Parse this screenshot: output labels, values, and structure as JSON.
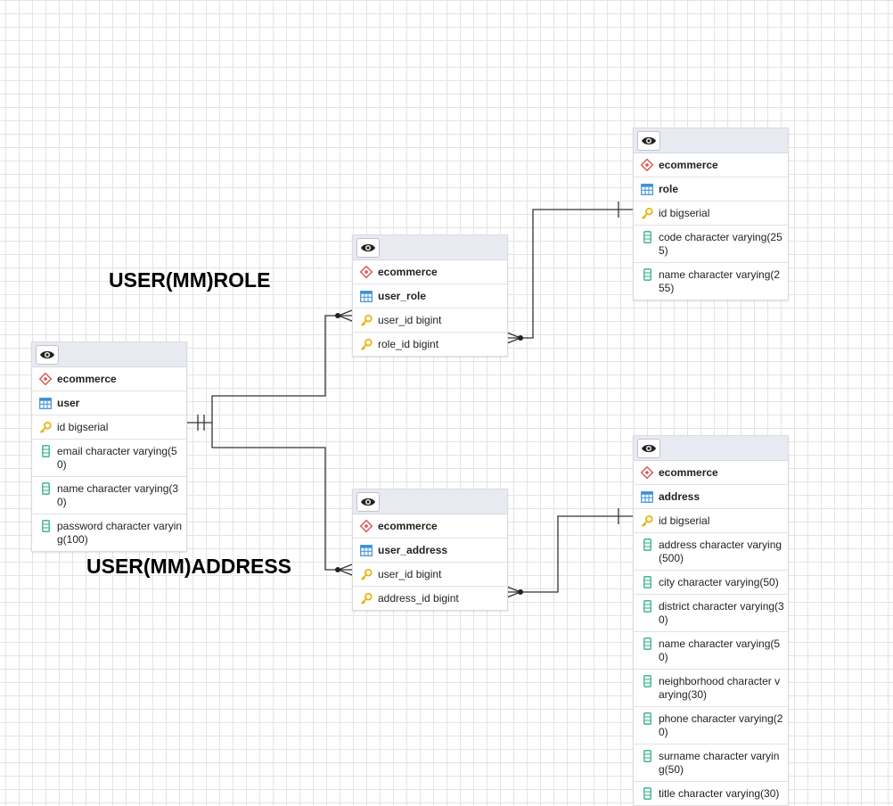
{
  "labels": {
    "user_role": "USER(MM)ROLE",
    "user_address": "USER(MM)ADDRESS"
  },
  "tables": {
    "user": {
      "schema": "ecommerce",
      "name": "user",
      "columns": [
        {
          "text": "id bigserial",
          "kind": "key"
        },
        {
          "text": "email character varying(50)",
          "kind": "column"
        },
        {
          "text": "name character varying(30)",
          "kind": "column"
        },
        {
          "text": "password character varying(100)",
          "kind": "column"
        }
      ]
    },
    "user_role": {
      "schema": "ecommerce",
      "name": "user_role",
      "columns": [
        {
          "text": "user_id bigint",
          "kind": "key"
        },
        {
          "text": "role_id bigint",
          "kind": "key"
        }
      ]
    },
    "role": {
      "schema": "ecommerce",
      "name": "role",
      "columns": [
        {
          "text": "id bigserial",
          "kind": "key"
        },
        {
          "text": "code character varying(255)",
          "kind": "column"
        },
        {
          "text": "name character varying(255)",
          "kind": "column"
        }
      ]
    },
    "user_address": {
      "schema": "ecommerce",
      "name": "user_address",
      "columns": [
        {
          "text": "user_id bigint",
          "kind": "key"
        },
        {
          "text": "address_id bigint",
          "kind": "key"
        }
      ]
    },
    "address": {
      "schema": "ecommerce",
      "name": "address",
      "columns": [
        {
          "text": "id bigserial",
          "kind": "key"
        },
        {
          "text": "address character varying(500)",
          "kind": "column"
        },
        {
          "text": "city character varying(50)",
          "kind": "column"
        },
        {
          "text": "district character varying(30)",
          "kind": "column"
        },
        {
          "text": "name character varying(50)",
          "kind": "column"
        },
        {
          "text": "neighborhood character varying(30)",
          "kind": "column"
        },
        {
          "text": "phone character varying(20)",
          "kind": "column"
        },
        {
          "text": "surname character varying(50)",
          "kind": "column"
        },
        {
          "text": "title character varying(30)",
          "kind": "column"
        }
      ]
    }
  },
  "colors": {
    "schema_icon": "#d9534f",
    "table_icon": "#3a8fd6",
    "key_icon": "#e8b718",
    "column_icon": "#2fae8a",
    "link": "#333333"
  }
}
